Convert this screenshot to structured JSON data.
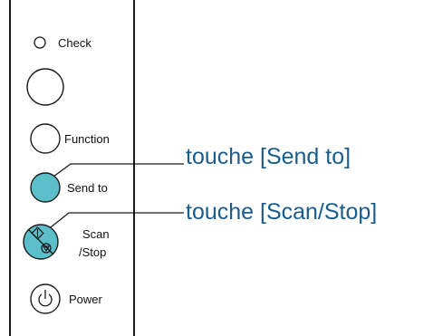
{
  "panel": {
    "check_label": "Check",
    "function_label": "Function",
    "send_to_label": "Send to",
    "scan_stop_label_line1": "Scan",
    "scan_stop_label_line2": "/Stop",
    "power_label": "Power"
  },
  "callouts": {
    "send_to": "touche [Send to]",
    "scan_stop": "touche [Scan/Stop]"
  },
  "colors": {
    "highlight_fill": "#5bbfca",
    "callout_text": "#1b5c8c",
    "outline": "#1a1a1a"
  },
  "icons": {
    "scan_stop_button": "scan-stop-icon",
    "power_button": "power-icon"
  }
}
